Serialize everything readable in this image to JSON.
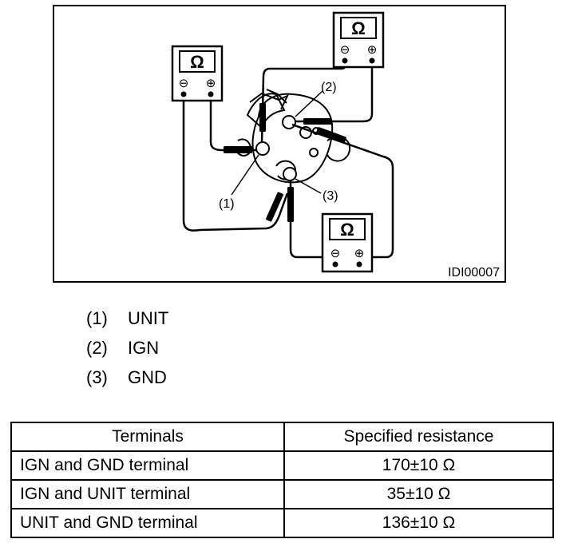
{
  "figure": {
    "code": "IDI00007",
    "meter_symbol": "Ω",
    "minus_symbol": "⊖",
    "plus_symbol": "⊕",
    "callouts": [
      "(1)",
      "(2)",
      "(3)"
    ]
  },
  "legend": [
    {
      "num": "(1)",
      "label": "UNIT"
    },
    {
      "num": "(2)",
      "label": "IGN"
    },
    {
      "num": "(3)",
      "label": "GND"
    }
  ],
  "table": {
    "headers": [
      "Terminals",
      "Specified resistance"
    ],
    "rows": [
      {
        "terminals": "IGN and GND terminal",
        "resistance": "170±10 Ω"
      },
      {
        "terminals": "IGN and UNIT terminal",
        "resistance": "35±10 Ω"
      },
      {
        "terminals": "UNIT and GND terminal",
        "resistance": "136±10 Ω"
      }
    ]
  }
}
